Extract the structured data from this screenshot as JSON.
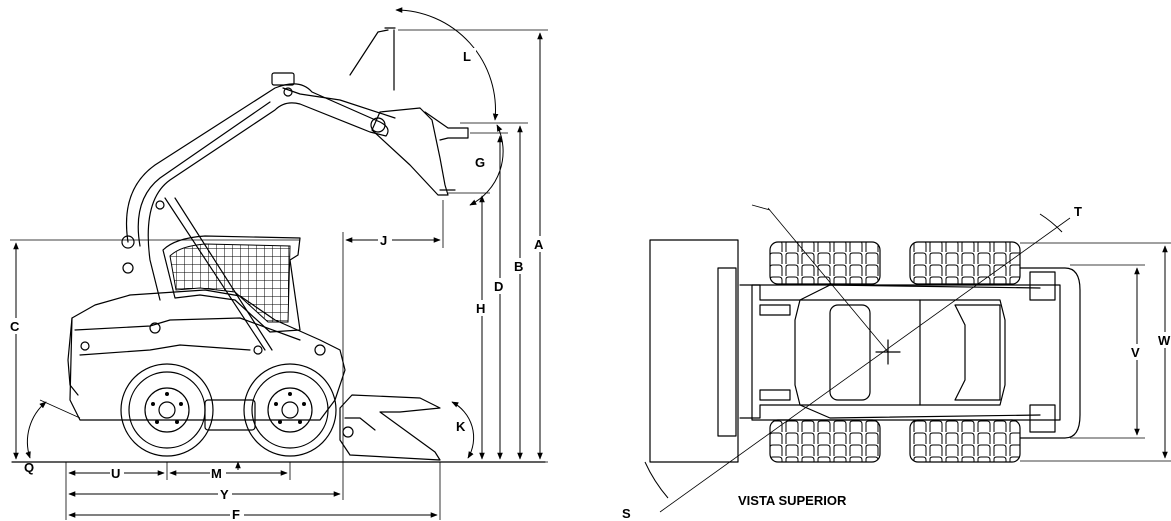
{
  "labels": {
    "A": "A",
    "B": "B",
    "C": "C",
    "D": "D",
    "F": "F",
    "G": "G",
    "H": "H",
    "J": "J",
    "K": "K",
    "L": "L",
    "M": "M",
    "Q": "Q",
    "S": "S",
    "T": "T",
    "U": "U",
    "V": "V",
    "W": "W",
    "Y": "Y"
  },
  "caption": "VISTA SUPERIOR"
}
